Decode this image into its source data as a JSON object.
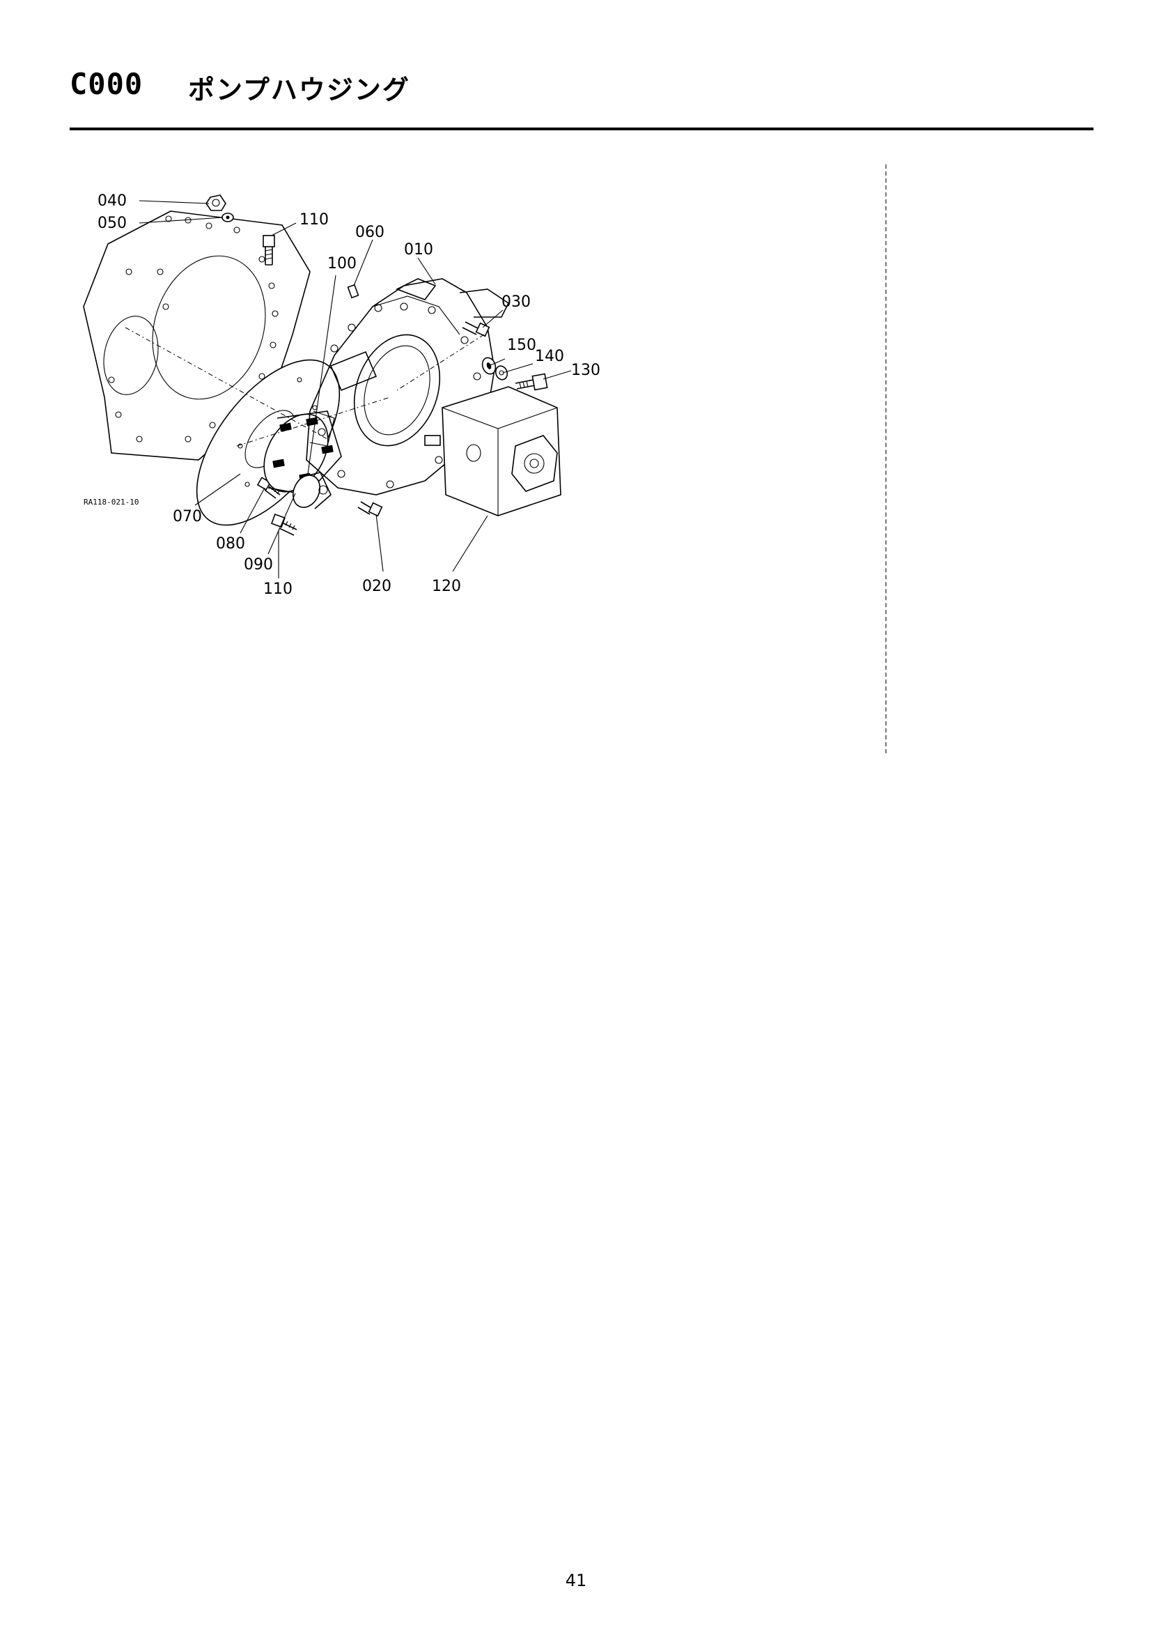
{
  "header": {
    "section_code": "C000",
    "section_title": "ポンプハウジング"
  },
  "diagram": {
    "part_labels": {
      "p010": "010",
      "p020": "020",
      "p030": "030",
      "p040": "040",
      "p050": "050",
      "p060": "060",
      "p070": "070",
      "p080": "080",
      "p090": "090",
      "p100": "100",
      "p110_top": "110",
      "p110_bottom": "110",
      "p120": "120",
      "p130": "130",
      "p140": "140",
      "p150": "150"
    },
    "reference_code": "RA118-021-10"
  },
  "footer": {
    "page_number": "41"
  }
}
